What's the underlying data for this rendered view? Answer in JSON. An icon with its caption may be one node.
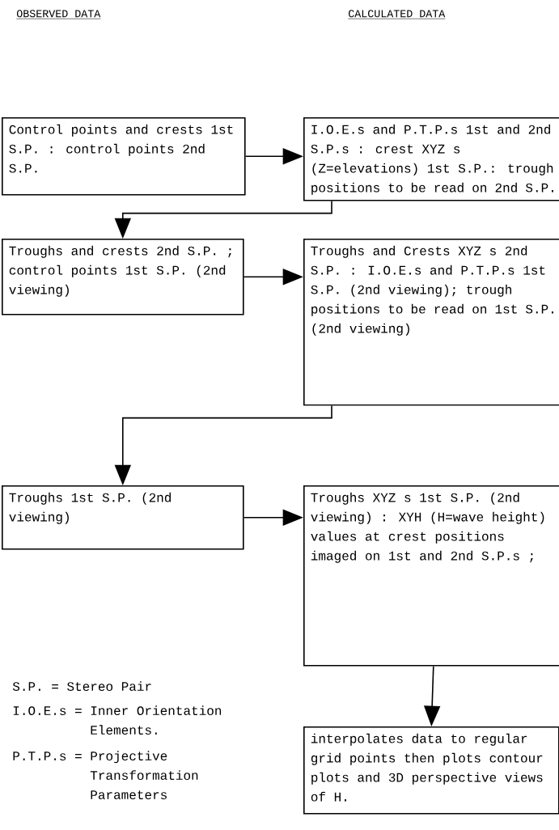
{
  "diagram": {
    "nodes": [
      {
        "text": [
          "Control points and crests 1st S.P. : control points 2nd S.P."
        ]
      },
      {
        "text": [
          "I.O.E.s and P.T.P.s 1st and 2nd S.P.s : crest XYZ s (Z=elevations) 1st S.P.: trough positions to be read on 2nd S.P."
        ]
      },
      {
        "text": [
          "Troughs and crests 2nd S.P. ; control points 1st S.P. (2nd viewing)"
        ]
      },
      {
        "text": [
          "Troughs and Crests XYZ s 2nd S.P. : I.O.E.s and P.T.P.s 1st S.P. (2nd viewing); trough positions to be read on 1st S.P. (2nd viewing)"
        ]
      },
      {
        "text": [
          "Troughs 1st S.P. (2nd viewing)"
        ]
      },
      {
        "text": [
          "Troughs XYZ s 1st S.P. (2nd viewing) : XYH (H=wave height) values at crest positions imaged on 1st and 2nd S.P.s ;"
        ]
      },
      {
        "text": [
          "interpolates data to regular grid points then plots contour plots and 3D perspective views of H."
        ]
      }
    ],
    "edges": [
      {
        "from": 0,
        "to": 1,
        "arrow": "to"
      },
      {
        "from": 1,
        "to": 2,
        "arrow": "to"
      },
      {
        "from": 2,
        "to": 3,
        "arrow": "to"
      },
      {
        "from": 3,
        "to": 4,
        "arrow": "to"
      },
      {
        "from": 4,
        "to": 5,
        "arrow": "to"
      },
      {
        "from": 5,
        "to": 6,
        "arrow": "to"
      }
    ],
    "labels": [
      "OBSERVED DATA",
      "CALCULATED DATA",
      "S.P. = Stereo Pair",
      "I.O.E.s = Inner Orientation Elements.",
      "P.T.P.s = Projective Transformation Parameters"
    ]
  }
}
